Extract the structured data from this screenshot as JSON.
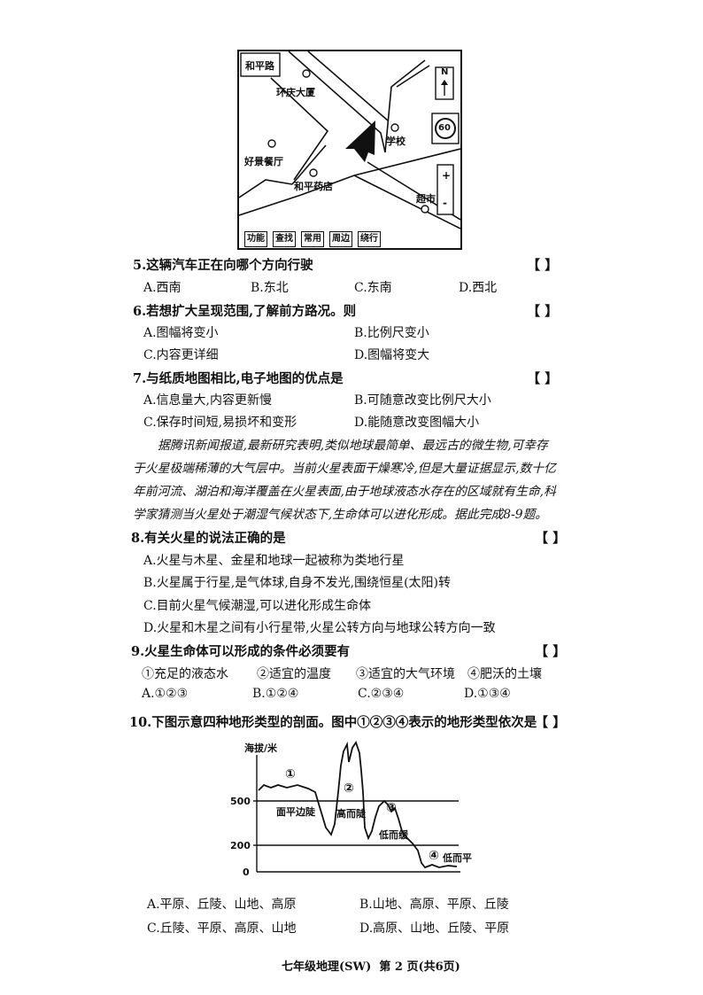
{
  "map": {
    "road_name": "和平路",
    "labels": {
      "huanqing": "环庆大厦",
      "haojing": "好景餐厅",
      "heping_pharmacy": "和平药店",
      "school": "学校",
      "supermarket": "超市"
    },
    "north": "N",
    "speed_limit": "60",
    "zoom_in": "+",
    "zoom_out": "-",
    "buttons": [
      "功能",
      "查找",
      "常用",
      "周边",
      "绕行"
    ]
  },
  "questions": [
    {
      "number": "5",
      "stem": "5.这辆汽车正在向哪个方向行驶",
      "bracket": "【    】",
      "options": [
        "A.西南",
        "B.东北",
        "C.东南",
        "D.西北"
      ]
    },
    {
      "number": "6",
      "stem": "6.若想扩大呈现范围,了解前方路况。则",
      "bracket": "【    】",
      "options": [
        "A.图幅将变小",
        "B.比例尺变小",
        "C.内容更详细",
        "D.图幅将变大"
      ]
    },
    {
      "number": "7",
      "stem": "7.与纸质地图相比,电子地图的优点是",
      "bracket": "【    】",
      "options": [
        "A.信息量大,内容更新慢",
        "B.可随意改变比例尺大小",
        "C.保存时间短,易损坏和变形",
        "D.能随意改变图幅大小"
      ]
    },
    {
      "number": "8",
      "stem": "8.有关火星的说法正确的是",
      "bracket": "【    】",
      "options": [
        "A.火星与木星、金星和地球一起被称为类地行星",
        "B.火星属于行星,是气体球,自身不发光,围绕恒星(太阳)转",
        "C.目前火星气候潮湿,可以进化形成生命体",
        "D.火星和木星之间有小行星带,火星公转方向与地球公转方向一致"
      ]
    },
    {
      "number": "9",
      "stem": "9.火星生命体可以形成的条件必须要有",
      "bracket": "【    】",
      "conditions": [
        "①充足的液态水",
        "②适宜的温度",
        "③适宜的大气环境",
        "④肥沃的土壤"
      ],
      "options": [
        "A.①②③",
        "B.①②④",
        "C.②③④",
        "D.①③④"
      ]
    },
    {
      "number": "10",
      "stem": "10.下图示意四种地形类型的剖面。图中①②③④表示的地形类型依次是",
      "bracket": "【    】",
      "options": [
        "A.平原、丘陵、山地、高原",
        "B.山地、高原、平原、丘陵",
        "C.丘陵、平原、高原、山地",
        "D.高原、山地、丘陵、平原"
      ]
    }
  ],
  "passage": "据腾讯新闻报道,最新研究表明,类似地球最简单、最远古的微生物,可幸存于火星极端稀薄的大气层中。当前火星表面干燥寒冷,但是大量证据显示,数十亿年前河流、湖泊和海洋覆盖在火星表面,由于地球液态水存在的区域就有生命,科学家猜测当火星处于潮湿气候状态下,生命体可以进化形成。据此完成8-9题。",
  "profile": {
    "ylabel": "海拔/米",
    "ticks": [
      "500",
      "200",
      "0"
    ],
    "markers": [
      "①",
      "②",
      "③",
      "④"
    ],
    "labels": [
      "面平边陡",
      "高而陡",
      "低而缓",
      "低而平"
    ]
  },
  "footer": "七年级地理(SW)  第 2 页(共6页)"
}
